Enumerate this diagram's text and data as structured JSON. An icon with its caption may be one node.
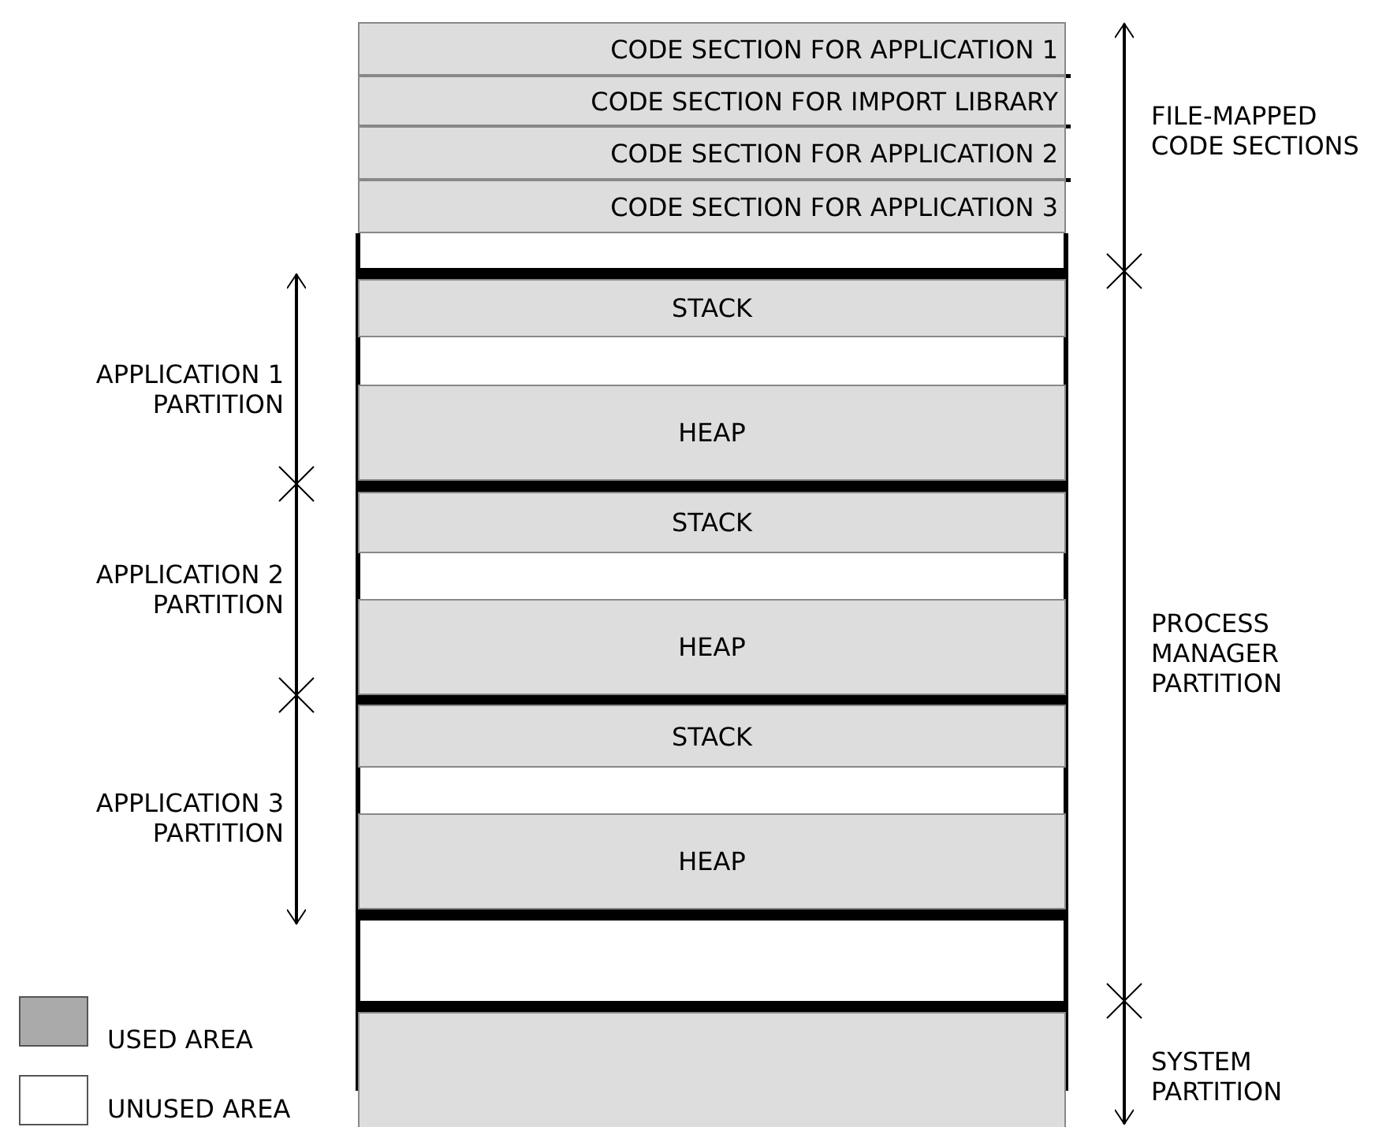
{
  "diagram": {
    "nodes": [
      {
        "text": [
          "CODE SECTION FOR APPLICATION 1"
        ]
      },
      {
        "text": [
          "CODE SECTION FOR IMPORT LIBRARY"
        ]
      },
      {
        "text": [
          "CODE SECTION FOR APPLICATION 2"
        ]
      },
      {
        "text": [
          "CODE SECTION FOR APPLICATION 3"
        ]
      },
      {
        "text": [
          "STACK"
        ]
      },
      {
        "text": [
          "HEAP"
        ]
      },
      {
        "text": [
          "STACK"
        ]
      },
      {
        "text": [
          "HEAP"
        ]
      },
      {
        "text": [
          "STACK"
        ]
      },
      {
        "text": [
          "HEAP"
        ]
      },
      {
        "text": [],
        "shape": "box"
      }
    ],
    "labels": [
      "FILE-MAPPED CODE SECTIONS",
      "APPLICATION 1 PARTITION",
      "APPLICATION 2 PARTITION",
      "PROCESS MANAGER PARTITION",
      "APPLICATION 3 PARTITION",
      "SYSTEM PARTITION"
    ],
    "legend": [
      {
        "text": "USED AREA",
        "color": "#aaaaaa"
      },
      {
        "text": "UNUSED AREA",
        "color": "#ffffff"
      }
    ]
  }
}
